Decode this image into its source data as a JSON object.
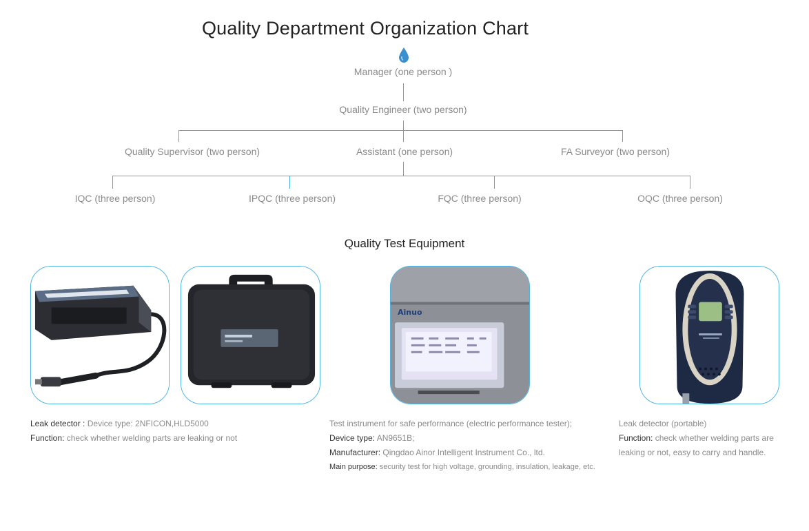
{
  "title": "Quality Department Organization Chart",
  "org": {
    "manager": "Manager (one person )",
    "engineer": "Quality Engineer (two person)",
    "supervisor": "Quality Supervisor (two person)",
    "assistant": "Assistant (one person)",
    "fa_surveyor": "FA Surveyor (two person)",
    "iqc": "IQC (three person)",
    "ipqc": "IPQC (three person)",
    "fqc": "FQC (three person)",
    "oqc": "OQC (three person)"
  },
  "equipment_title": "Quality Test Equipment",
  "equipment": {
    "leak_hld": {
      "label": "Leak detector :",
      "type_value": " Device type: 2NFICON,HLD5000",
      "function_label": "Function:",
      "function_value": " check whether welding parts are leaking or not"
    },
    "tester": {
      "line1": "Test instrument for safe performance (electric performance tester);",
      "type_label": "Device type:",
      "type_value": " AN9651B;",
      "manufacturer_label": "Manufacturer:",
      "manufacturer_value": " Qingdao Ainor Intelligent Instrument Co., ltd.",
      "purpose_label": "Main purpose:",
      "purpose_value": " security test for high voltage, grounding, insulation, leakage, etc.",
      "screen_brand": "Ainuo"
    },
    "leak_portable": {
      "line1": "Leak detector (portable)",
      "function_label": "Function:",
      "function_value1": " check whether welding parts are",
      "function_value2": "leaking or not,  easy to carry and handle."
    }
  },
  "colors": {
    "accent": "#3fb0e0",
    "title": "#222222",
    "text": "#8a8a8a"
  }
}
